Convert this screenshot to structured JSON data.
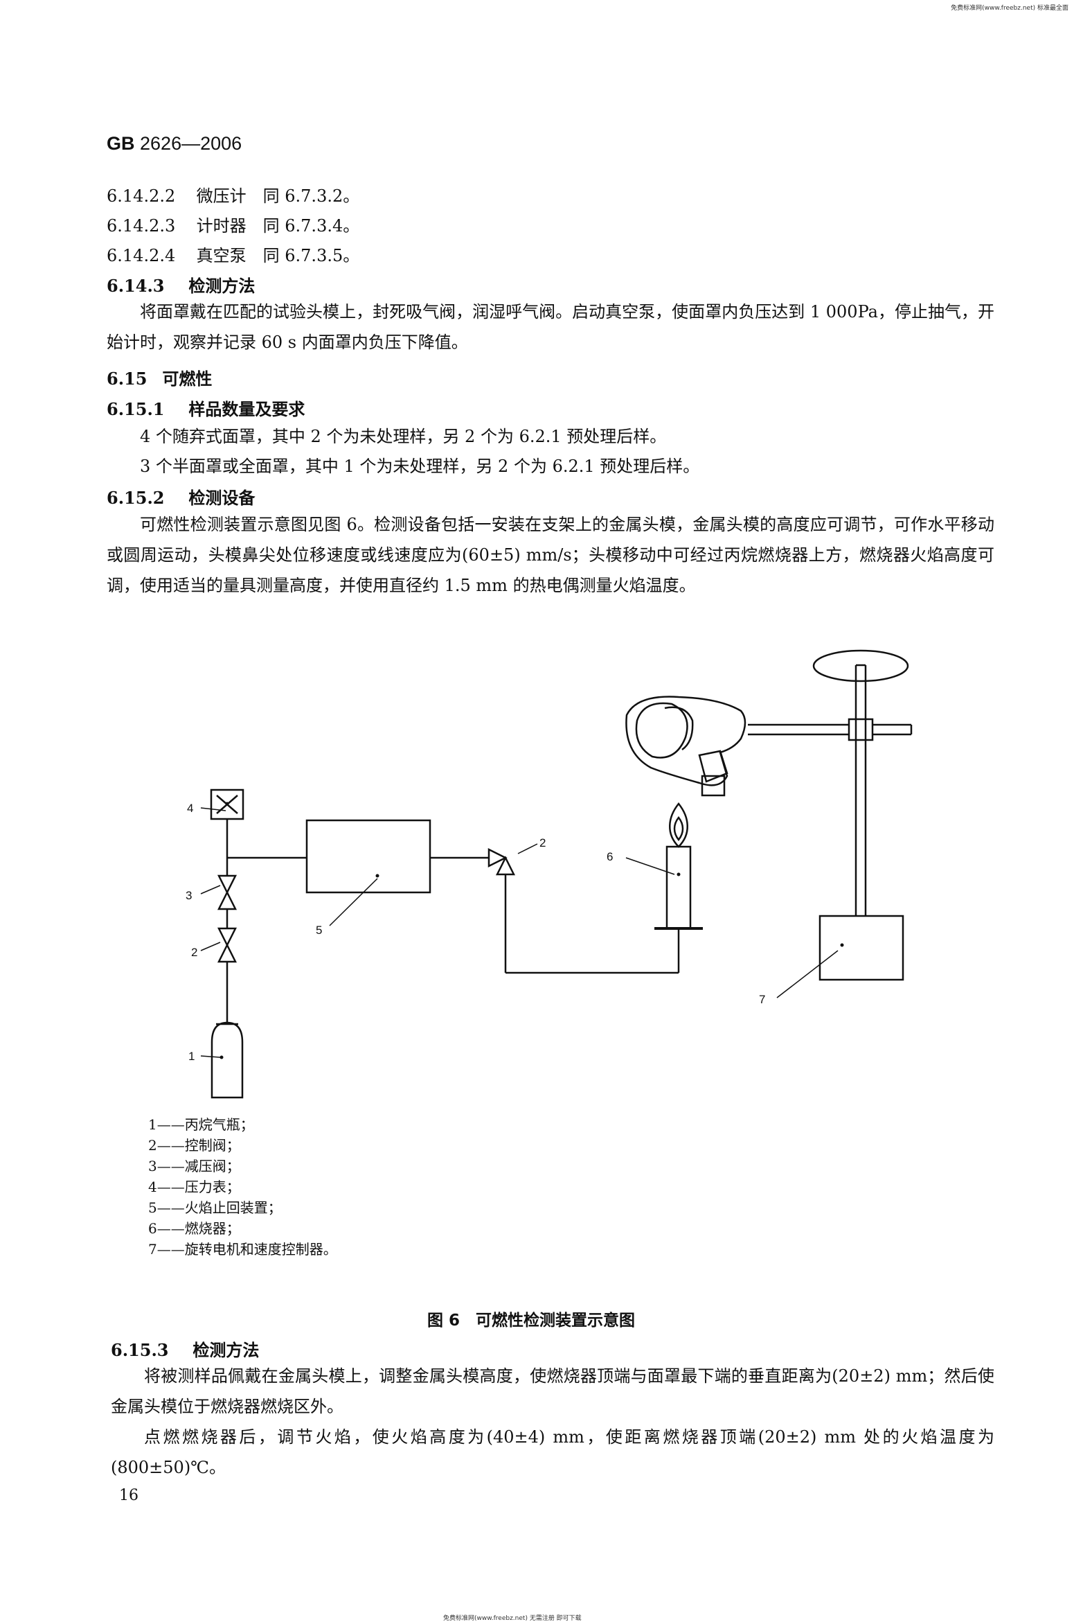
{
  "watermark_top": "免费标准网(www.freebz.net) 标准最全面",
  "watermark_bottom": "免费标准网(www.freebz.net) 无需注册 即可下载",
  "header": {
    "code_prefix": "GB",
    "code_number": "2626—2006"
  },
  "items": [
    {
      "num": "6.14.2.2",
      "text": "微压计　同 6.7.3.2。"
    },
    {
      "num": "6.14.2.3",
      "text": "计时器　同 6.7.3.4。"
    },
    {
      "num": "6.14.2.4",
      "text": "真空泵　同 6.7.3.5。"
    }
  ],
  "s6143": {
    "num": "6.14.3",
    "title": "检测方法",
    "body": "将面罩戴在匹配的试验头模上，封死吸气阀，润湿呼气阀。启动真空泵，使面罩内负压达到 1 000Pa，停止抽气，开始计时，观察并记录 60 s 内面罩内负压下降值。"
  },
  "s615": {
    "num": "6.15",
    "title": "可燃性"
  },
  "s6151": {
    "num": "6.15.1",
    "title": "样品数量及要求",
    "line1": "4 个随弃式面罩，其中 2 个为未处理样，另 2 个为 6.2.1 预处理后样。",
    "line2": "3 个半面罩或全面罩，其中 1 个为未处理样，另 2 个为 6.2.1 预处理后样。"
  },
  "s6152": {
    "num": "6.15.2",
    "title": "检测设备",
    "body": "可燃性检测装置示意图见图 6。检测设备包括一安装在支架上的金属头模，金属头模的高度应可调节，可作水平移动或圆周运动，头模鼻尖处位移速度或线速度应为(60±5) mm/s；头模移动中可经过丙烷燃烧器上方，燃烧器火焰高度可调，使用适当的量具测量高度，并使用直径约 1.5 mm 的热电偶测量火焰温度。"
  },
  "figure": {
    "labels": {
      "l1": "1",
      "l2a": "2",
      "l2b": "2",
      "l3": "3",
      "l4": "4",
      "l5": "5",
      "l6": "6",
      "l7": "7"
    },
    "legend": [
      "1——丙烷气瓶；",
      "2——控制阀；",
      "3——减压阀；",
      "4——压力表；",
      "5——火焰止回装置；",
      "6——燃烧器；",
      "7——旋转电机和速度控制器。"
    ],
    "caption": "图 6　可燃性检测装置示意图"
  },
  "s6153": {
    "num": "6.15.3",
    "title": "检测方法",
    "body1": "将被测样品佩戴在金属头模上，调整金属头模高度，使燃烧器顶端与面罩最下端的垂直距离为(20±2) mm；然后使金属头模位于燃烧器燃烧区外。",
    "body2": "点燃燃烧器后，调节火焰，使火焰高度为(40±4) mm，使距离燃烧器顶端(20±2) mm 处的火焰温度为(800±50)℃。"
  },
  "page_number": "16"
}
